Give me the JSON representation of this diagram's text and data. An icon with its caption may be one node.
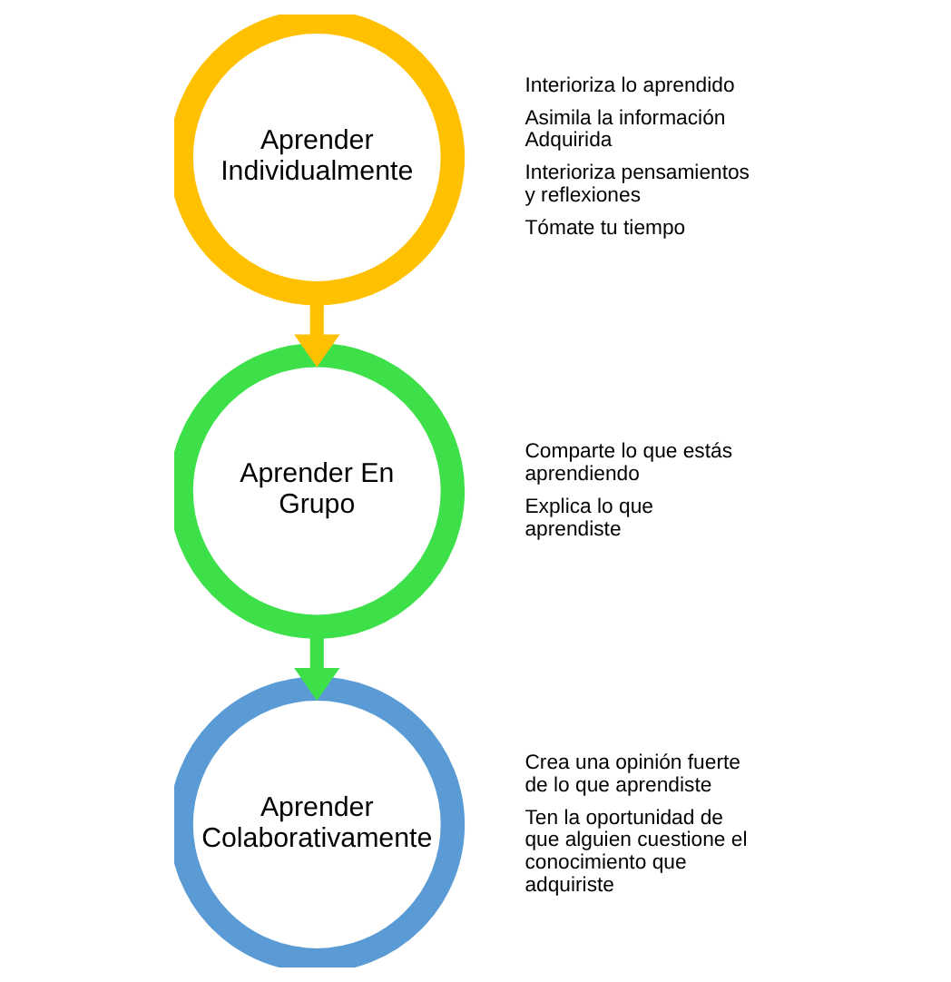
{
  "diagram": {
    "nodes": [
      {
        "text": [
          "Aprender Individualmente"
        ],
        "beside": [
          "Interioriza lo aprendido",
          "Asimila la información Adquirida",
          "Interioriza pensamientos y reflexiones",
          "Tómate tu tiempo"
        ]
      },
      {
        "text": [
          "Aprender En Grupo"
        ],
        "beside": [
          "Comparte lo que estás aprendiendo",
          "Explica lo que aprendiste"
        ]
      },
      {
        "text": [
          "Aprender Colaborativamente"
        ],
        "beside": [
          "Crea una opinión fuerte de lo que aprendiste",
          "Ten la oportunidad de que alguien cuestione el conocimiento que adquiriste"
        ]
      }
    ],
    "edges": [
      {
        "from": 0,
        "to": 1,
        "arrow": "to",
        "color": "#ffc000"
      },
      {
        "from": 1,
        "to": 2,
        "arrow": "to",
        "color": "#3ee04a"
      }
    ]
  }
}
